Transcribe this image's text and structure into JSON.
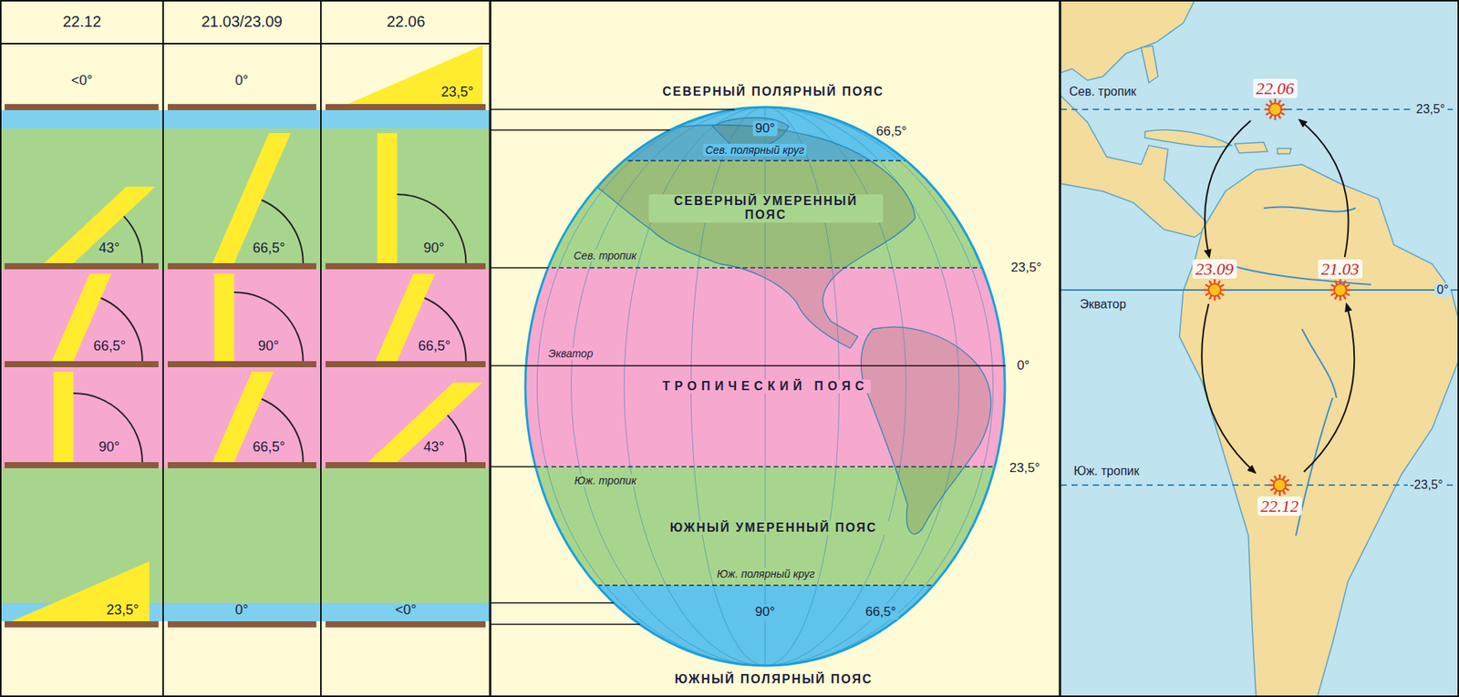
{
  "diagram": {
    "nodes": [
      {
        "text": [
          "22.06"
        ]
      },
      {
        "text": [
          "23.09"
        ]
      },
      {
        "text": [
          "21.03"
        ]
      },
      {
        "text": [
          "22.12"
        ]
      }
    ],
    "edges": [
      {
        "from": 2,
        "to": 0,
        "arrow": "to"
      },
      {
        "from": 0,
        "to": 1,
        "arrow": "to"
      },
      {
        "from": 1,
        "to": 3,
        "arrow": "to"
      },
      {
        "from": 3,
        "to": 2,
        "arrow": "to"
      }
    ],
    "labels": [
      "22.12",
      "21.03/23.09",
      "22.06",
      "<0°",
      "0°",
      "23,5°",
      "43°",
      "66,5°",
      "90°",
      "66,5°",
      "90°",
      "66,5°",
      "90°",
      "66,5°",
      "43°",
      "23,5°",
      "0°",
      "<0°",
      "СЕВЕРНЫЙ ПОЛЯРНЫЙ ПОЯС",
      "90°",
      "66,5°",
      "Сев. полярный круг",
      "СЕВЕРНЫЙ УМЕРЕННЫЙ ПОЯС",
      "23,5°",
      "Сев. тропик",
      "Экватор",
      "0°",
      "ТРОПИЧЕСКИЙ ПОЯС",
      "Юж. тропик",
      "23,5°",
      "ЮЖНЫЙ УМЕРЕННЫЙ ПОЯС",
      "Юж. полярный круг",
      "90°",
      "66,5°",
      "ЮЖНЫЙ ПОЛЯРНЫЙ ПОЯС",
      "Сев. тропик",
      "23,5°",
      "Экватор",
      "0°",
      "Юж. тропик",
      "-23,5°"
    ]
  }
}
